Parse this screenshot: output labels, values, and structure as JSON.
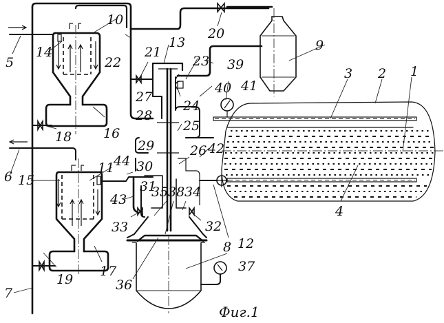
{
  "figure": {
    "caption": "Фиг.1",
    "labels": {
      "n1": "1",
      "n2": "2",
      "n3": "3",
      "n4": "4",
      "n5": "5",
      "n6": "6",
      "n7": "7",
      "n8": "8",
      "n9": "9",
      "n10": "10",
      "n11": "11",
      "n12": "12",
      "n13": "13",
      "n14": "14",
      "n15": "15",
      "n16": "16",
      "n17": "17",
      "n18": "18",
      "n19": "19",
      "n20": "20",
      "n21": "21",
      "n22": "22",
      "n23": "23",
      "n24": "24",
      "n25": "25",
      "n26": "26",
      "n27": "27",
      "n28": "28",
      "n29": "29",
      "n30": "30",
      "n31": "31",
      "n32": "32",
      "n33": "33",
      "n34": "34",
      "n35": "35",
      "n36": "36",
      "n37": "37",
      "n38": "38",
      "n39": "39",
      "n40": "40",
      "n41": "41",
      "n42": "42",
      "n43": "43",
      "n44": "44"
    },
    "flow_arrows": {
      "inlet_5": "right",
      "outlet_6": "left"
    }
  }
}
